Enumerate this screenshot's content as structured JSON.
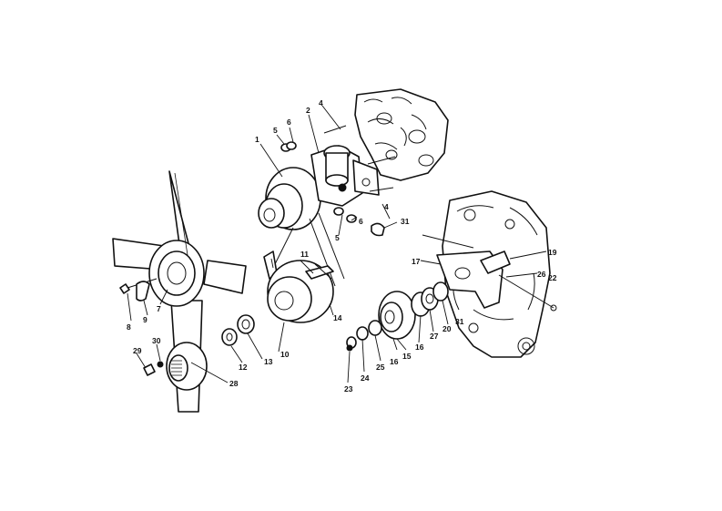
{
  "labels": {
    "p1": "1",
    "p2": "2",
    "p4a": "4",
    "p4b": "4",
    "p5a": "5",
    "p5b": "5",
    "p6a": "6",
    "p6b": "6",
    "p7": "7",
    "p8": "8",
    "p9": "9",
    "p10": "10",
    "p11": "11",
    "p12": "12",
    "p13": "13",
    "p14": "14",
    "p15": "15",
    "p16a": "16",
    "p16b": "16",
    "p17": "17",
    "p19": "19",
    "p20": "20",
    "p22": "22",
    "p23": "23",
    "p24": "24",
    "p25": "25",
    "p26": "26",
    "p27": "27",
    "p28": "28",
    "p29": "29",
    "p30": "30",
    "p31a": "31",
    "p31b": "31"
  },
  "colors": {
    "ink": "#111111",
    "paper": "#ffffff"
  }
}
